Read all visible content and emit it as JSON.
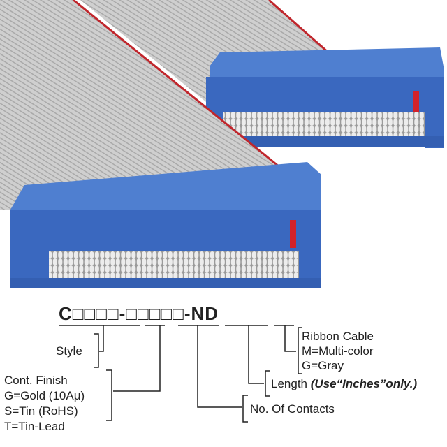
{
  "part_number": {
    "prefix": "C",
    "group1_boxes": 4,
    "group2_boxes": 5,
    "suffix": "-ND",
    "box_glyph": "□",
    "separator": "-"
  },
  "legend": {
    "style": "Style",
    "finish": {
      "title": "Cont. Finish",
      "options": [
        "G=Gold (10Aμ)",
        "S=Tin (RoHS)",
        "T=Tin-Lead"
      ]
    },
    "contacts": "No. Of Contacts",
    "length": {
      "label": "Length",
      "note": "(Use“Inches”only.)"
    },
    "ribbon": {
      "title": "Ribbon Cable",
      "options": [
        "M=Multi-color",
        "G=Gray"
      ]
    }
  },
  "colors": {
    "connector": "#3f6fc4",
    "cable": "#c9c9c9",
    "stripe": "#c0262c"
  }
}
